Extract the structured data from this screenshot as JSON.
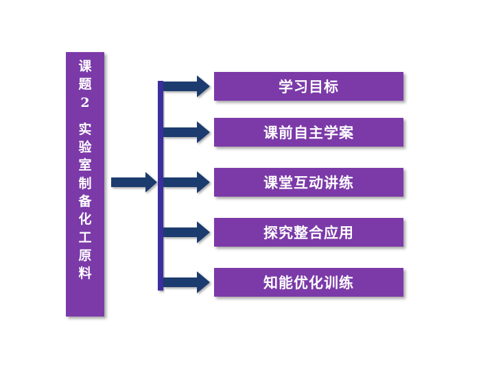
{
  "title": {
    "chars": [
      "课",
      "题",
      "2",
      "实",
      "验",
      "室",
      "制",
      "备",
      "化",
      "工",
      "原",
      "料"
    ]
  },
  "menu": [
    {
      "label": "学习目标"
    },
    {
      "label": "课前自主学案"
    },
    {
      "label": "课堂互动讲练"
    },
    {
      "label": "探究整合应用"
    },
    {
      "label": "知能优化训练"
    }
  ],
  "colors": {
    "box_fill": "#7b3aa8",
    "arrow_fill": "#1f3a6e",
    "bar_fill": "#3a2f9e",
    "text": "#ffffff"
  }
}
